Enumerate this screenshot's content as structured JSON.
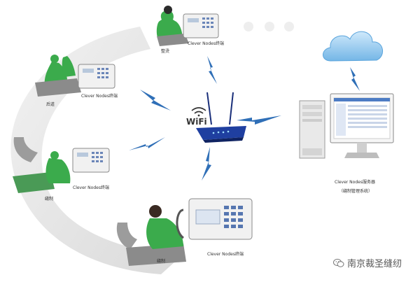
{
  "router": {
    "wifi_label": "WiFi"
  },
  "stations": [
    {
      "id": "top",
      "terminal_label": "Clever Nodes终端",
      "process": "整烫"
    },
    {
      "id": "left1",
      "terminal_label": "Clever Nodes终端",
      "process": "后道"
    },
    {
      "id": "left2",
      "terminal_label": "Clever Nodes终端",
      "process": "缝制"
    },
    {
      "id": "bottom",
      "terminal_label": "Clever Nodes终端",
      "process": "缝制"
    }
  ],
  "server": {
    "label": "Clever Nodes服务器",
    "caption": "（缝制管理系统）"
  },
  "watermark": {
    "text": "南京裁圣缝纫"
  },
  "colors": {
    "worker": "#3bab4c",
    "router": "#1f3fa0",
    "bolt": "#2f6fb7",
    "cloud": "#8fc7ee",
    "track": "#e6e6e6"
  }
}
